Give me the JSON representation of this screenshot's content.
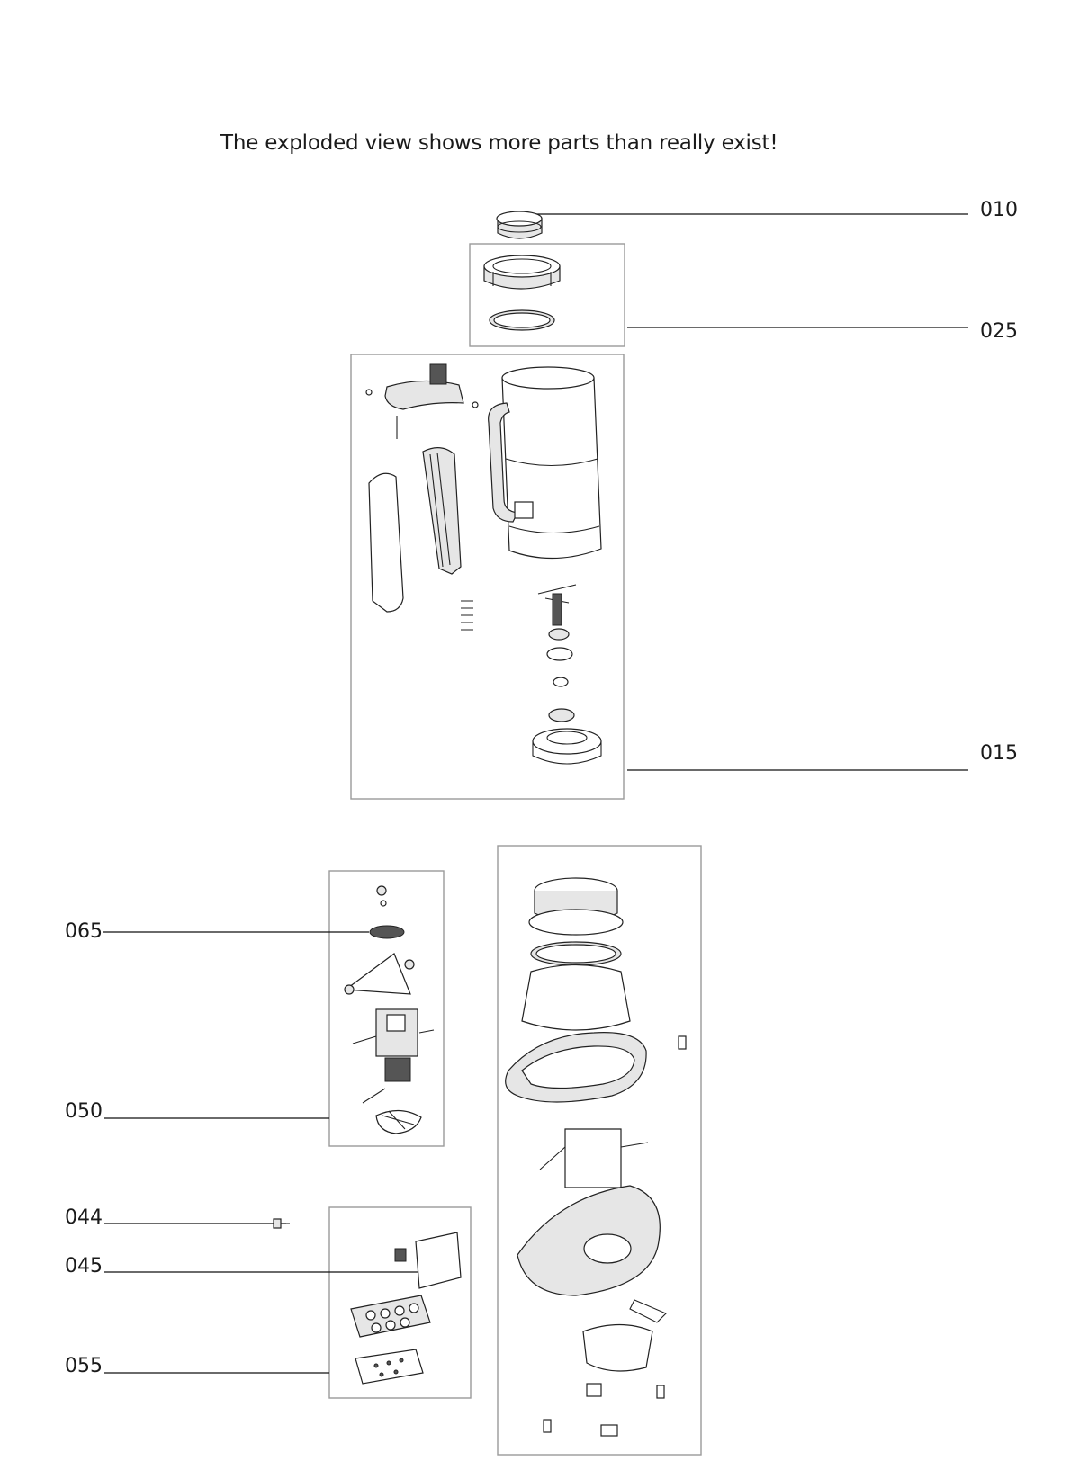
{
  "header": {
    "note": "The exploded view shows more parts than really exist!"
  },
  "parts": [
    {
      "id": "p010",
      "number": "010"
    },
    {
      "id": "p025",
      "number": "025"
    },
    {
      "id": "p015",
      "number": "015"
    },
    {
      "id": "p065",
      "number": "065"
    },
    {
      "id": "p050",
      "number": "050"
    },
    {
      "id": "p044",
      "number": "044"
    },
    {
      "id": "p045",
      "number": "045"
    },
    {
      "id": "p055",
      "number": "055"
    }
  ]
}
